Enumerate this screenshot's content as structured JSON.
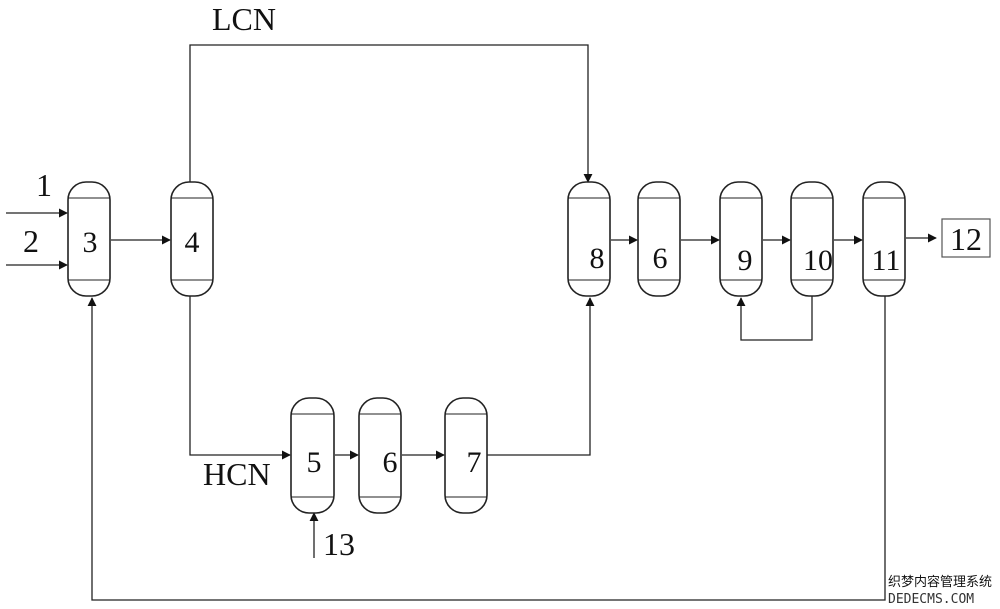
{
  "labels": {
    "feed_1": "1",
    "feed_2": "2",
    "lcn": "LCN",
    "hcn": "HCN",
    "feed_13": "13",
    "product_12": "12"
  },
  "vessels": [
    {
      "id": "v3",
      "label": "3"
    },
    {
      "id": "v4",
      "label": "4"
    },
    {
      "id": "v5",
      "label": "5"
    },
    {
      "id": "v6a",
      "label": "6"
    },
    {
      "id": "v7",
      "label": "7"
    },
    {
      "id": "v8",
      "label": "8"
    },
    {
      "id": "v6b",
      "label": "6"
    },
    {
      "id": "v9",
      "label": "9"
    },
    {
      "id": "v10",
      "label": "10"
    },
    {
      "id": "v11",
      "label": "11"
    }
  ],
  "watermark": {
    "line1": "织梦内容管理系统",
    "line2": "DEDECMS.COM"
  }
}
